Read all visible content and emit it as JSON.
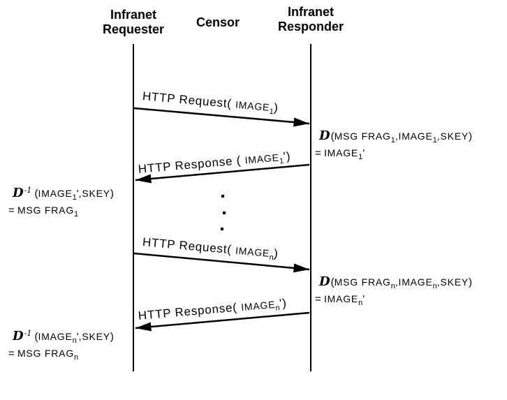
{
  "colors": {
    "ink": "#000000",
    "background": "#ffffff"
  },
  "actors": {
    "requester": {
      "line1": "Infranet",
      "line2": "Requester"
    },
    "censor": {
      "line1": "Censor"
    },
    "responder": {
      "line1": "Infranet",
      "line2": "Responder"
    }
  },
  "labels": {
    "request1": [
      {
        "t": "HTTP Request( "
      },
      {
        "t": "IMAGE",
        "c": "sc"
      },
      {
        "t": "1",
        "c": "sb"
      },
      {
        "t": ")"
      }
    ],
    "response1": [
      {
        "t": "HTTP Response ( "
      },
      {
        "t": "IMAGE",
        "c": "sc"
      },
      {
        "t": "1",
        "c": "sb"
      },
      {
        "t": "'"
      },
      {
        "t": ")"
      }
    ],
    "requestN": [
      {
        "t": "HTTP Request( "
      },
      {
        "t": "IMAGE",
        "c": "sc"
      },
      {
        "t": "n",
        "c": "sb"
      },
      {
        "t": ")"
      }
    ],
    "responseN": [
      {
        "t": "HTTP Response( "
      },
      {
        "t": "IMAGE",
        "c": "sc"
      },
      {
        "t": "n",
        "c": "sb"
      },
      {
        "t": "'"
      },
      {
        "t": ")"
      }
    ]
  },
  "messages": {
    "request1": {
      "from": "Infranet Requester",
      "to": "Infranet Responder",
      "direction": "right"
    },
    "response1": {
      "from": "Infranet Responder",
      "to": "Infranet Requester",
      "direction": "left"
    },
    "requestN": {
      "from": "Infranet Requester",
      "to": "Infranet Responder",
      "direction": "right"
    },
    "responseN": {
      "from": "Infranet Responder",
      "to": "Infranet Requester",
      "direction": "left"
    }
  },
  "annotations": {
    "right1": {
      "line1": [
        {
          "t": "D",
          "c": "scriptD"
        },
        {
          "t": "("
        },
        {
          "t": "MSG FRAG",
          "c": "sc"
        },
        {
          "t": "1",
          "c": "sb"
        },
        {
          "t": ",IMAGE",
          "c": "sc"
        },
        {
          "t": "1",
          "c": "sb"
        },
        {
          "t": ",SKEY",
          "c": "sc"
        },
        {
          "t": ")"
        }
      ],
      "line2": [
        {
          "t": "= "
        },
        {
          "t": "IMAGE",
          "c": "sc"
        },
        {
          "t": "1",
          "c": "sb"
        },
        {
          "t": "'"
        }
      ]
    },
    "left1": {
      "line1": [
        {
          "t": "D",
          "c": "scriptD"
        },
        {
          "t": "-1",
          "c": "sup"
        },
        {
          "t": " ("
        },
        {
          "t": "IMAGE",
          "c": "sc"
        },
        {
          "t": "1",
          "c": "sb"
        },
        {
          "t": "'"
        },
        {
          "t": ",SKEY",
          "c": "sc"
        },
        {
          "t": ")"
        }
      ],
      "line2": [
        {
          "t": "= "
        },
        {
          "t": "MSG FRAG",
          "c": "sc"
        },
        {
          "t": "1",
          "c": "sb"
        }
      ]
    },
    "rightN": {
      "line1": [
        {
          "t": "D",
          "c": "scriptD"
        },
        {
          "t": "("
        },
        {
          "t": "MSG FRAG",
          "c": "sc"
        },
        {
          "t": "n",
          "c": "sb"
        },
        {
          "t": ",IMAGE",
          "c": "sc"
        },
        {
          "t": "n",
          "c": "sb"
        },
        {
          "t": ",SKEY",
          "c": "sc"
        },
        {
          "t": ")"
        }
      ],
      "line2": [
        {
          "t": "= "
        },
        {
          "t": "IMAGE",
          "c": "sc"
        },
        {
          "t": "n",
          "c": "sb"
        },
        {
          "t": "'"
        }
      ]
    },
    "leftN": {
      "line1": [
        {
          "t": "D",
          "c": "scriptD"
        },
        {
          "t": "-1",
          "c": "sup"
        },
        {
          "t": " ("
        },
        {
          "t": "IMAGE",
          "c": "sc"
        },
        {
          "t": "n",
          "c": "sb"
        },
        {
          "t": "'"
        },
        {
          "t": ",SKEY",
          "c": "sc"
        },
        {
          "t": ")"
        }
      ],
      "line2": [
        {
          "t": "= "
        },
        {
          "t": "MSG FRAG",
          "c": "sc"
        },
        {
          "t": "n",
          "c": "sb"
        }
      ]
    }
  },
  "ellipsis": {
    "symbol": "vertical-dots",
    "count": 3
  }
}
